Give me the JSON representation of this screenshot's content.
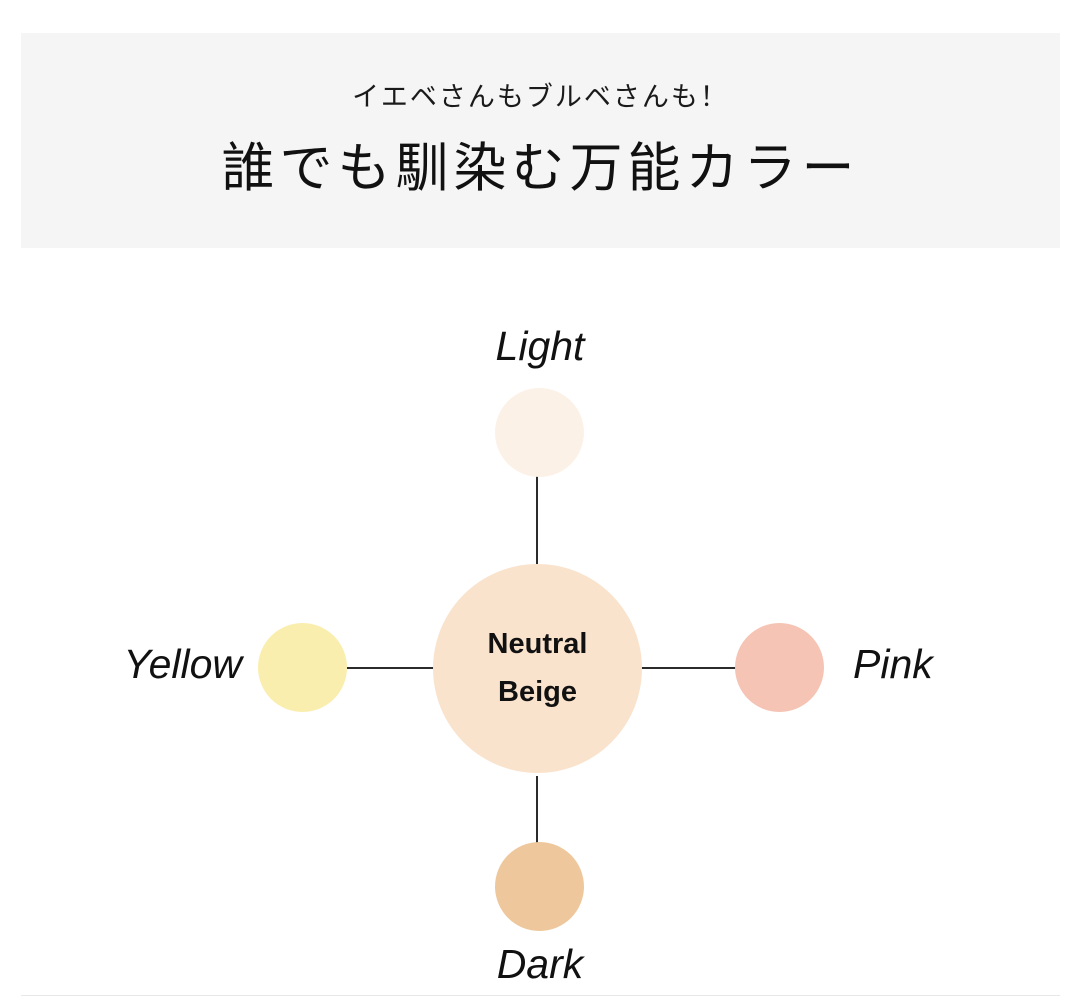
{
  "header": {
    "subtitle": "イエベさんもブルベさんも！",
    "title": "誰でも馴染む万能カラー",
    "background": "#f5f5f5"
  },
  "diagram": {
    "center": {
      "label_line1": "Neutral",
      "label_line2": "Beige",
      "color": "#fae3cd",
      "diameter": 209
    },
    "nodes": [
      {
        "id": "light",
        "label": "Light",
        "color": "#fcf1e6",
        "position": "top",
        "diameter": 89
      },
      {
        "id": "pink",
        "label": "Pink",
        "color": "#f5c4b4",
        "position": "right",
        "diameter": 89
      },
      {
        "id": "dark",
        "label": "Dark",
        "color": "#eec89c",
        "position": "bottom",
        "diameter": 89
      },
      {
        "id": "yellow",
        "label": "Yellow",
        "color": "#faeeae",
        "position": "left",
        "diameter": 89
      }
    ],
    "connector_color": "#2b2b2b"
  },
  "chart_data": {
    "type": "diagram",
    "title": "誰でも馴染む万能カラー",
    "subtitle": "イエベさんもブルベさんも！",
    "layout": "radial-hub-and-spoke",
    "hub": {
      "name": "Neutral Beige",
      "color": "#fae3cd"
    },
    "spokes": [
      {
        "name": "Light",
        "color": "#fcf1e6",
        "direction": "up"
      },
      {
        "name": "Pink",
        "color": "#f5c4b4",
        "direction": "right"
      },
      {
        "name": "Dark",
        "color": "#eec89c",
        "direction": "down"
      },
      {
        "name": "Yellow",
        "color": "#faeeae",
        "direction": "left"
      }
    ],
    "legend": "none",
    "grid": false
  }
}
